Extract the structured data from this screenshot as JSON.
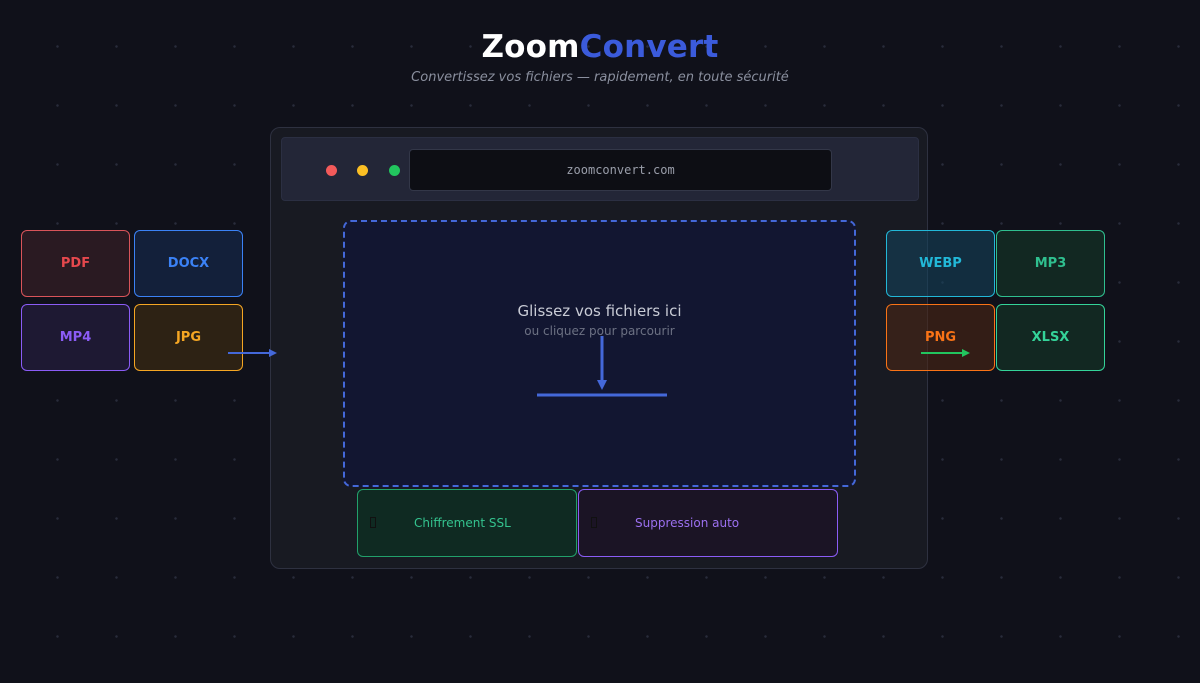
{
  "header": {
    "title_part1": "Zoom",
    "title_part2": "Convert",
    "subtitle": "Convertissez vos fichiers — rapidement, en toute sécurité"
  },
  "browser": {
    "url": "zoomconvert.com",
    "traffic_lights": [
      "#f35a5a",
      "#fbbf24",
      "#22c55e"
    ]
  },
  "dropzone": {
    "title": "Glissez vos fichiers ici",
    "subtitle": "ou cliquez pour parcourir",
    "icon": "upload-arrow-down-icon",
    "accent": "#4468d9"
  },
  "badges": [
    {
      "label": "Chiffrement SSL",
      "icon": "lock-icon",
      "color": "#34c38f"
    },
    {
      "label": "Suppression auto",
      "icon": "trash-icon",
      "color": "#9b70f0"
    }
  ],
  "input_formats": [
    {
      "label": "PDF",
      "color": "#e5484d"
    },
    {
      "label": "DOCX",
      "color": "#3b82f6"
    },
    {
      "label": "MP4",
      "color": "#8b5cf6"
    },
    {
      "label": "JPG",
      "color": "#f59e0b"
    }
  ],
  "output_formats": [
    {
      "label": "WEBP",
      "color": "#22b8d8"
    },
    {
      "label": "MP3",
      "color": "#2fbf8f"
    },
    {
      "label": "PNG",
      "color": "#f97316"
    },
    {
      "label": "XLSX",
      "color": "#34d399"
    }
  ],
  "arrows": {
    "input_arrow_color": "#4468d9",
    "output_arrow_color": "#22c55e"
  }
}
